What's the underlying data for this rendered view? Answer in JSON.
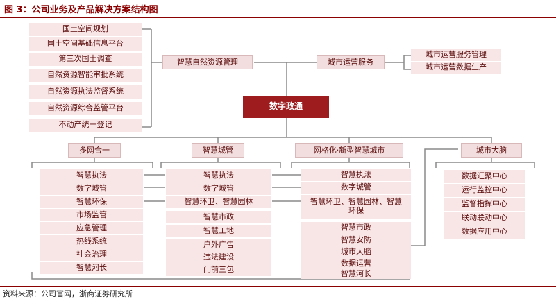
{
  "title": "图 3：公司业务及产品解决方案结构图",
  "source": "资料来源：公司官网，浙商证券研究所",
  "core": "数字政通",
  "top_left": {
    "items": [
      "国土空间规划",
      "国土空间基础信息平台",
      "第三次国土调查",
      "自然资源智能审批系统",
      "自然资源执法监督系统",
      "自然资源综合监管平台",
      "不动产统一登记"
    ],
    "header": "智慧自然资源管理"
  },
  "city_ops": {
    "header": "城市运营服务",
    "items": [
      "城市运营服务管理",
      "城市运营数据生产"
    ]
  },
  "groups": [
    {
      "header": "多网合一",
      "items": [
        "智慧执法",
        "数字城管",
        "智慧环保",
        "市场监管",
        "应急管理",
        "热线系统",
        "社会治理",
        "智慧河长"
      ]
    },
    {
      "header": "智慧城管",
      "items": [
        "智慧执法",
        "数字城管",
        "智慧环卫、智慧园林",
        "智慧市政",
        "智慧工地",
        "户外广告",
        "违法建设",
        "门前三包"
      ]
    },
    {
      "header": "网格化·新型智慧城市",
      "items": [
        "智慧执法",
        "数字城管",
        "智慧环卫、智慧园林、智慧环保",
        "智慧市政",
        "智慧安防",
        "城市大脑",
        "数据运营",
        "智慧河长"
      ]
    },
    {
      "header": "城市大脑",
      "items": [
        "数据汇聚中心",
        "运行监控中心",
        "监督指挥中心",
        "联动联动中心",
        "数据应用中心"
      ]
    }
  ]
}
